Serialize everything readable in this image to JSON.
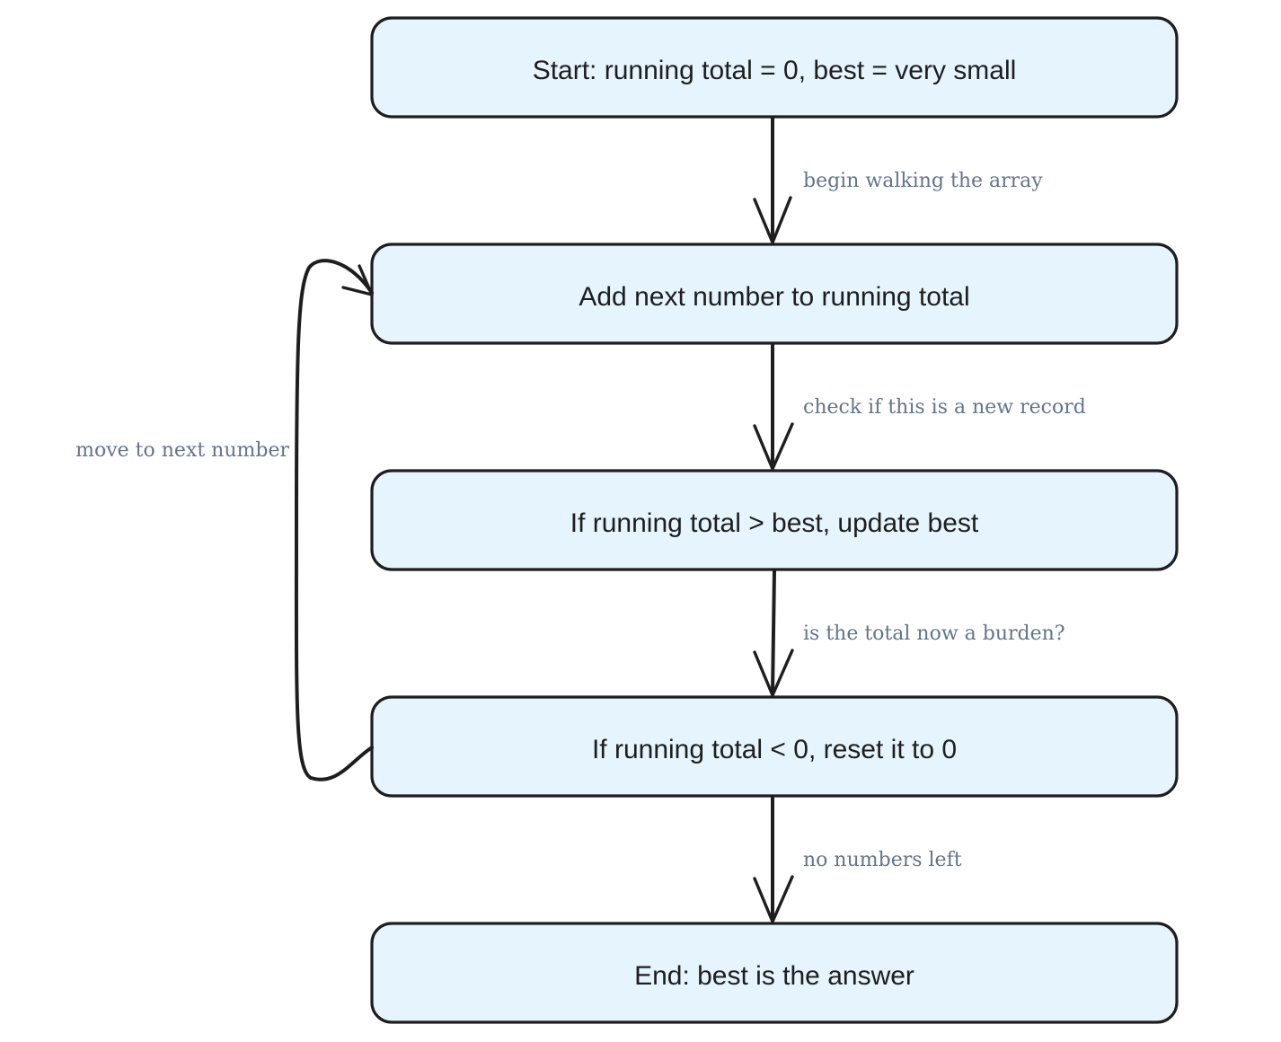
{
  "diagram": {
    "nodes": [
      {
        "id": "start",
        "label": "Start: running total = 0, best = very small"
      },
      {
        "id": "add",
        "label": "Add next number to running total"
      },
      {
        "id": "check",
        "label": "If running total > best, update best"
      },
      {
        "id": "reset",
        "label": "If running total < 0, reset it to 0"
      },
      {
        "id": "end",
        "label": "End: best is the answer"
      }
    ],
    "edges": [
      {
        "from": "start",
        "to": "add",
        "label": "begin walking the array"
      },
      {
        "from": "add",
        "to": "check",
        "label": "check if this is a new record"
      },
      {
        "from": "check",
        "to": "reset",
        "label": "is the total now a burden?"
      },
      {
        "from": "reset",
        "to": "end",
        "label": "no numbers left"
      },
      {
        "from": "reset",
        "to": "add",
        "label": "move to next number"
      }
    ],
    "colors": {
      "node_fill": "#e6f4fd",
      "stroke": "#1e1e1e",
      "edge_label": "#64748b"
    }
  }
}
